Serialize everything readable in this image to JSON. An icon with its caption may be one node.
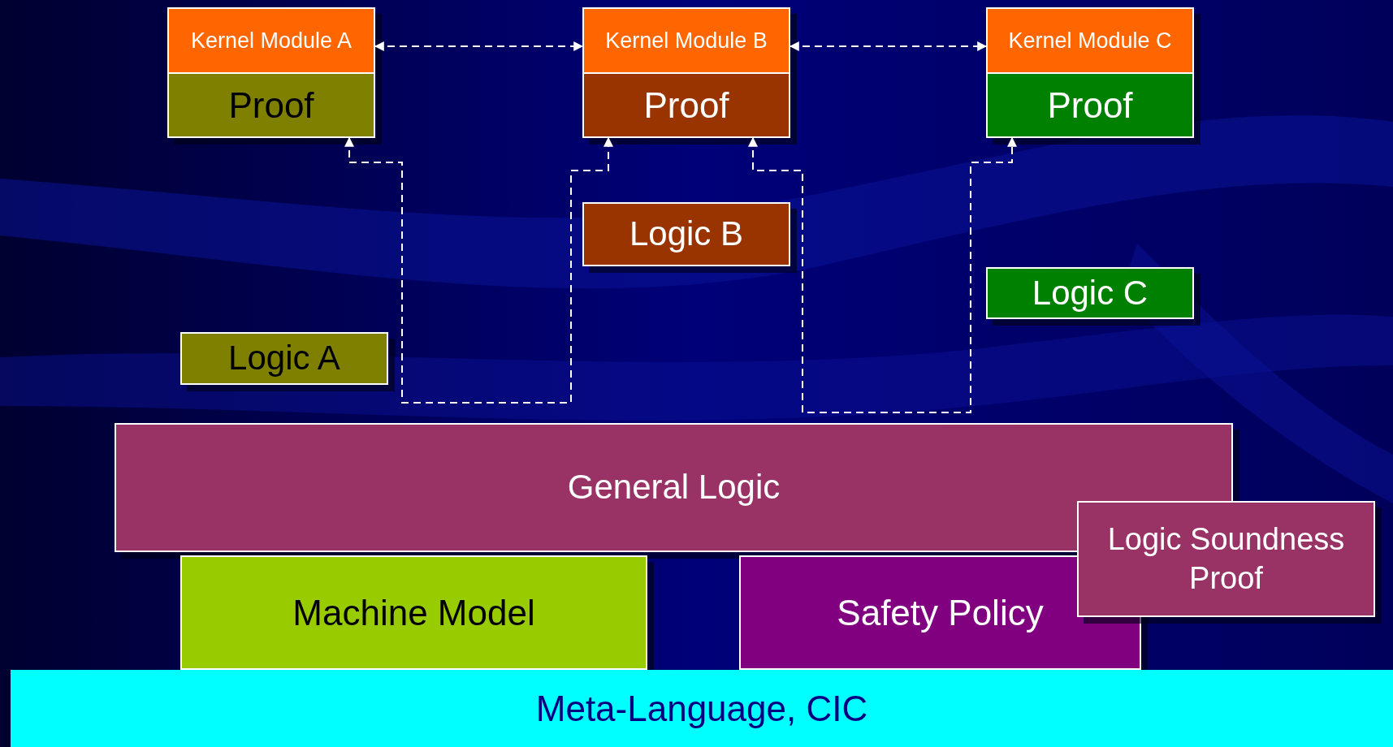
{
  "diagram": {
    "nodes": [
      {
        "text": [
          "Kernel Module A",
          "Proof"
        ]
      },
      {
        "text": [
          "Kernel Module B",
          "Proof"
        ]
      },
      {
        "text": [
          "Kernel Module C",
          "Proof"
        ]
      },
      {
        "text": [
          "Logic B"
        ]
      },
      {
        "text": [
          "Logic C"
        ]
      },
      {
        "text": [
          "Logic A"
        ]
      },
      {
        "text": [
          "General Logic"
        ]
      },
      {
        "text": [
          "Logic Soundness Proof"
        ]
      },
      {
        "text": [
          "Machine Model"
        ]
      },
      {
        "text": [
          "Safety Policy"
        ]
      },
      {
        "text": [
          "Meta-Language, CIC"
        ]
      }
    ],
    "edges": [
      {
        "from": 0,
        "to": 1,
        "arrow": "both",
        "style": "dashed"
      },
      {
        "from": 1,
        "to": 2,
        "arrow": "both",
        "style": "dashed"
      },
      {
        "from": 0,
        "to": 1,
        "arrow": "both",
        "style": "dashed"
      },
      {
        "from": 1,
        "to": 2,
        "arrow": "both",
        "style": "dashed"
      }
    ]
  }
}
